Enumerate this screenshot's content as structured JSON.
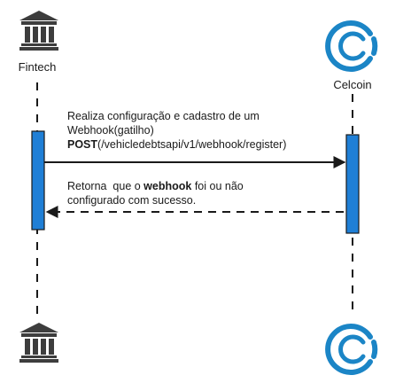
{
  "participants": {
    "left": {
      "name": "Fintech",
      "icon": "bank-icon"
    },
    "right": {
      "name": "Celcoin",
      "icon": "celcoin-logo-icon"
    }
  },
  "messages": [
    {
      "direction": "left-to-right",
      "style": "solid",
      "lines": [
        "Realiza configuração e cadastro de um",
        "Webhook(gatilho)"
      ],
      "method": "POST",
      "endpoint": "(/vehicledebtsapi/v1/webhook/register)"
    },
    {
      "direction": "right-to-left",
      "style": "dashed",
      "line1_prefix": "Retorna  que o ",
      "line1_bold": "webhook",
      "line1_suffix": " foi ou não",
      "line2": "configurado com sucesso."
    }
  ],
  "colors": {
    "activation_fill": "#1f7fd6",
    "activation_stroke": "#1a1a1a",
    "bank_gray": "#3d3d3d",
    "celcoin_blue": "#1b85c6"
  }
}
